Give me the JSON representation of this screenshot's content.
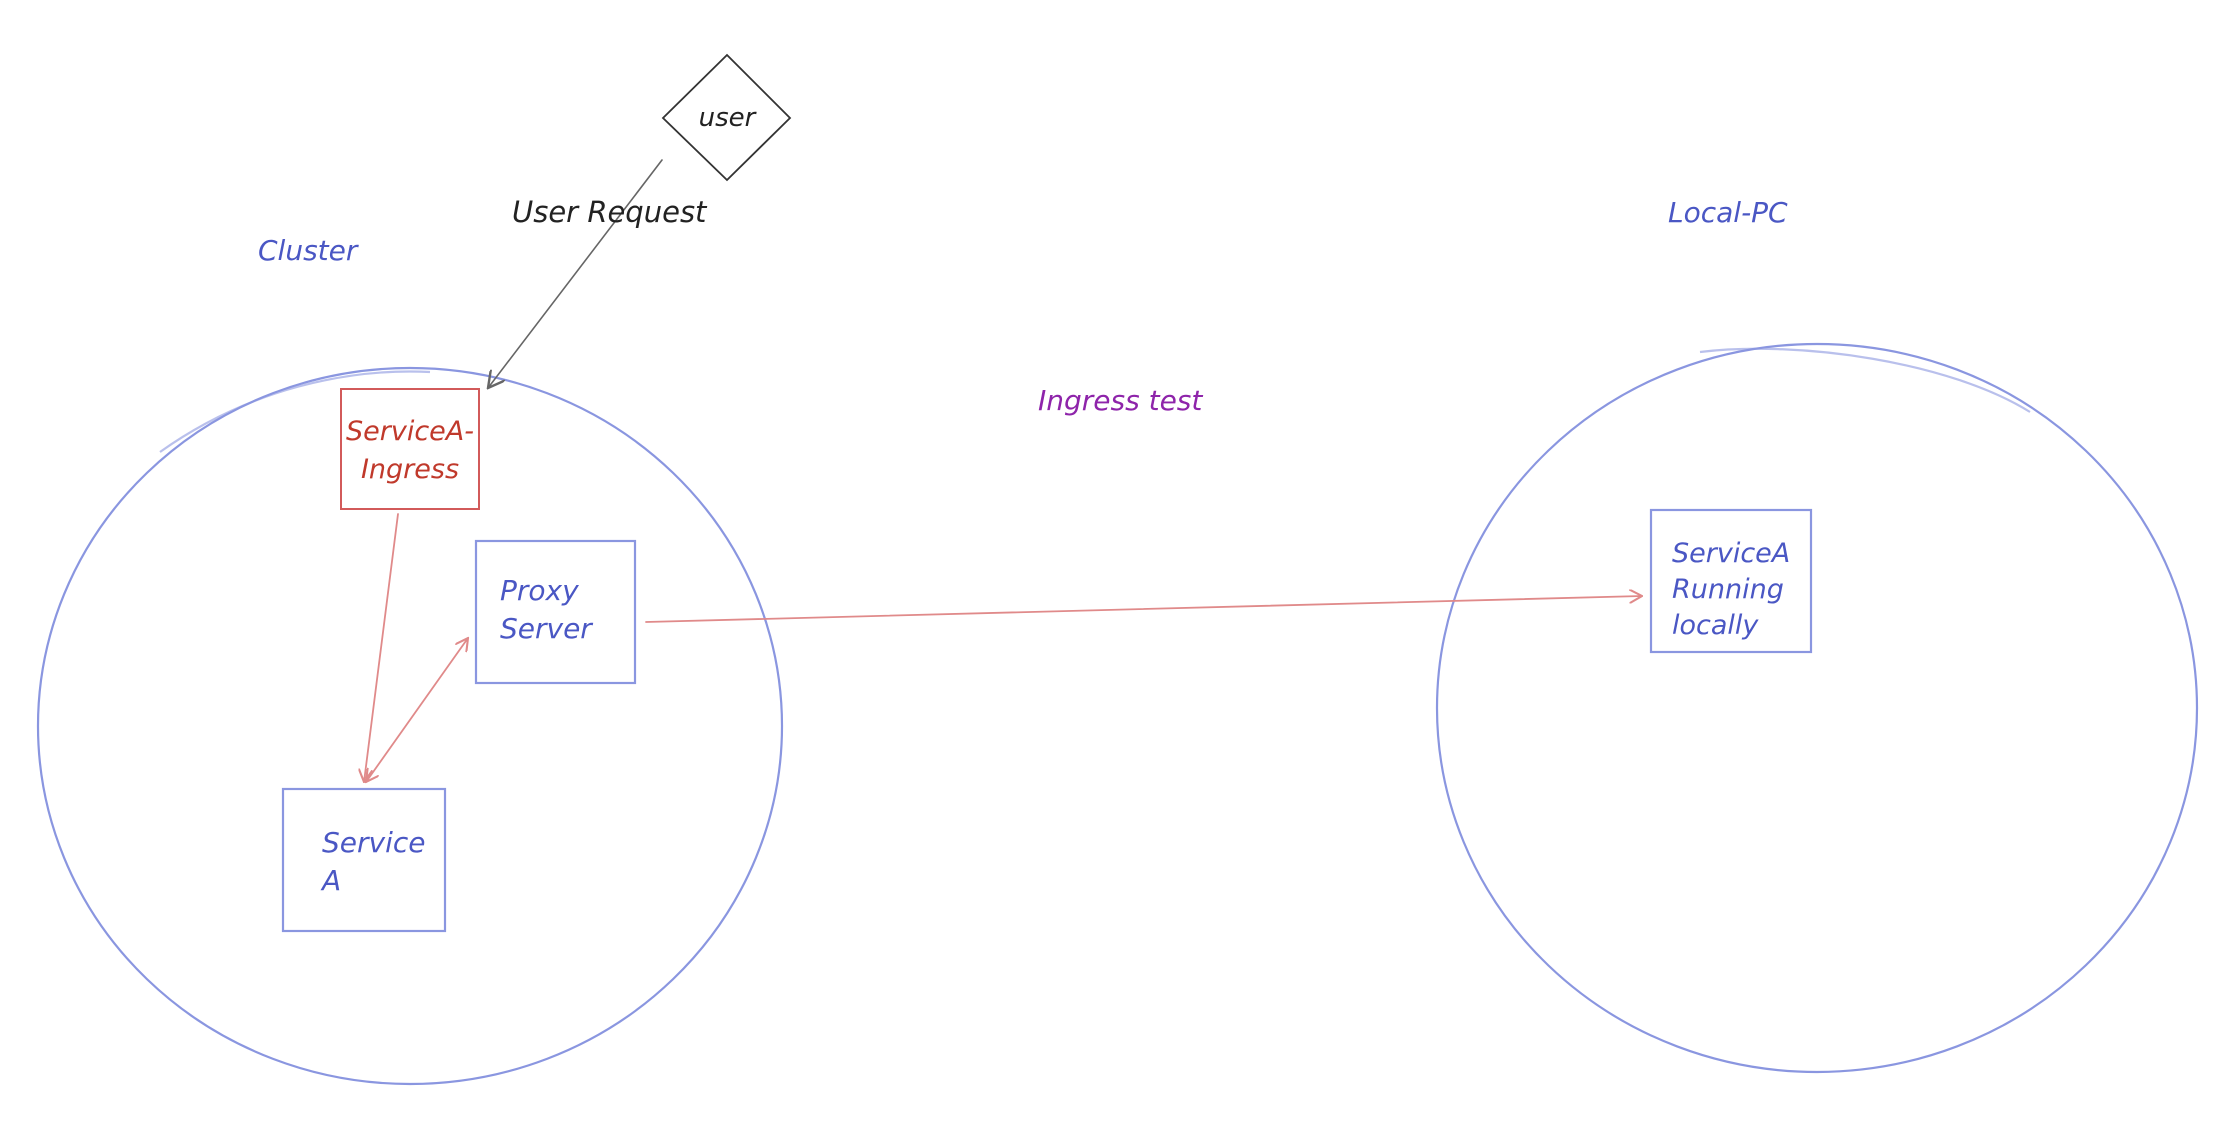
{
  "labels": {
    "cluster": "Cluster",
    "local_pc": "Local-PC",
    "ingress_test": "Ingress test",
    "user_request": "User Request"
  },
  "nodes": {
    "user": "user",
    "ingress": [
      "ServiceA-",
      "Ingress"
    ],
    "proxy": [
      "Proxy",
      "Server"
    ],
    "service_a": [
      "Service",
      "A"
    ],
    "service_local": [
      "ServiceA",
      "Running",
      "locally"
    ]
  },
  "colors": {
    "blue": "#4a57c4",
    "red": "#c0392b",
    "purple": "#8e24aa",
    "arrow_red": "#e08a8a"
  }
}
